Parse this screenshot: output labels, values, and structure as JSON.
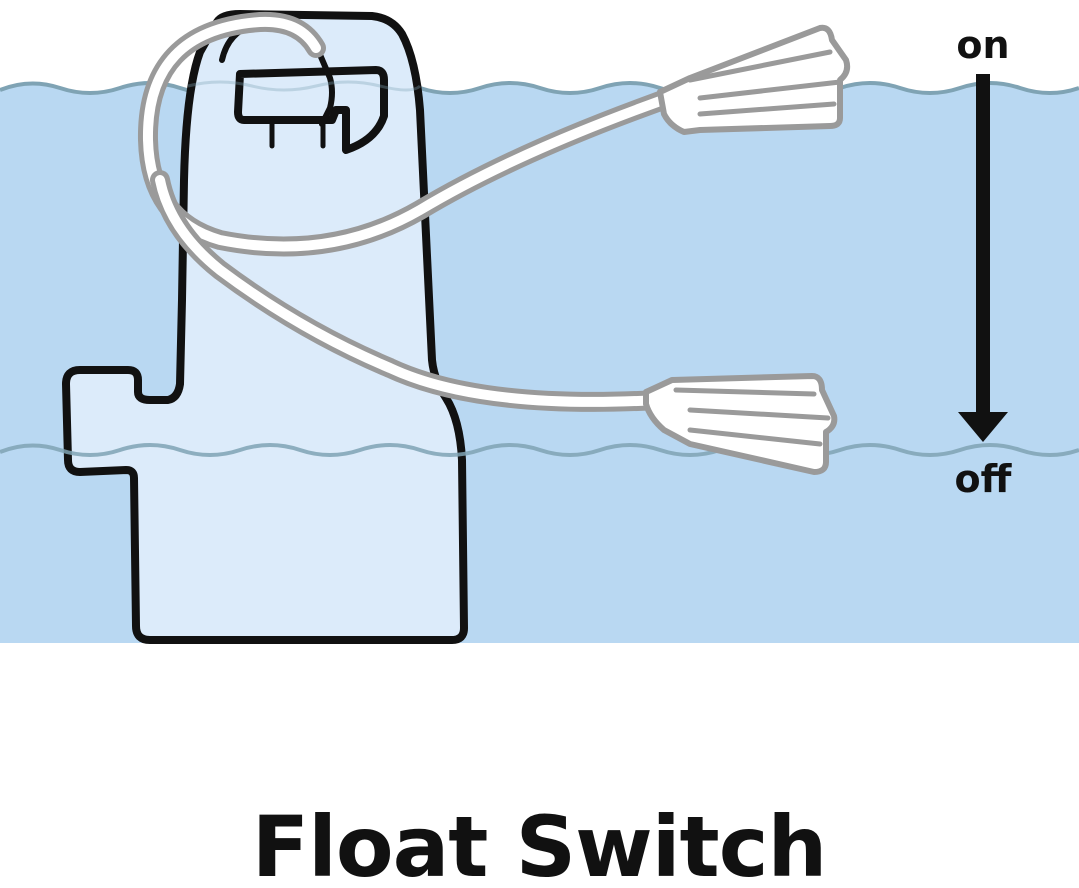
{
  "title": "Float Switch",
  "labels": {
    "on": "on",
    "off": "off"
  },
  "colors": {
    "water": "#b9d8f2",
    "water_line": "#7fa3b4",
    "pump_fill": "#dcebfa",
    "outline": "#111111",
    "cord": "#9a9a9a",
    "cord_inner": "#ffffff",
    "background": "#ffffff"
  },
  "icons": {
    "pump": "submersible-pump-icon",
    "float": "float-switch-icon",
    "arrow": "arrow-down-icon"
  }
}
